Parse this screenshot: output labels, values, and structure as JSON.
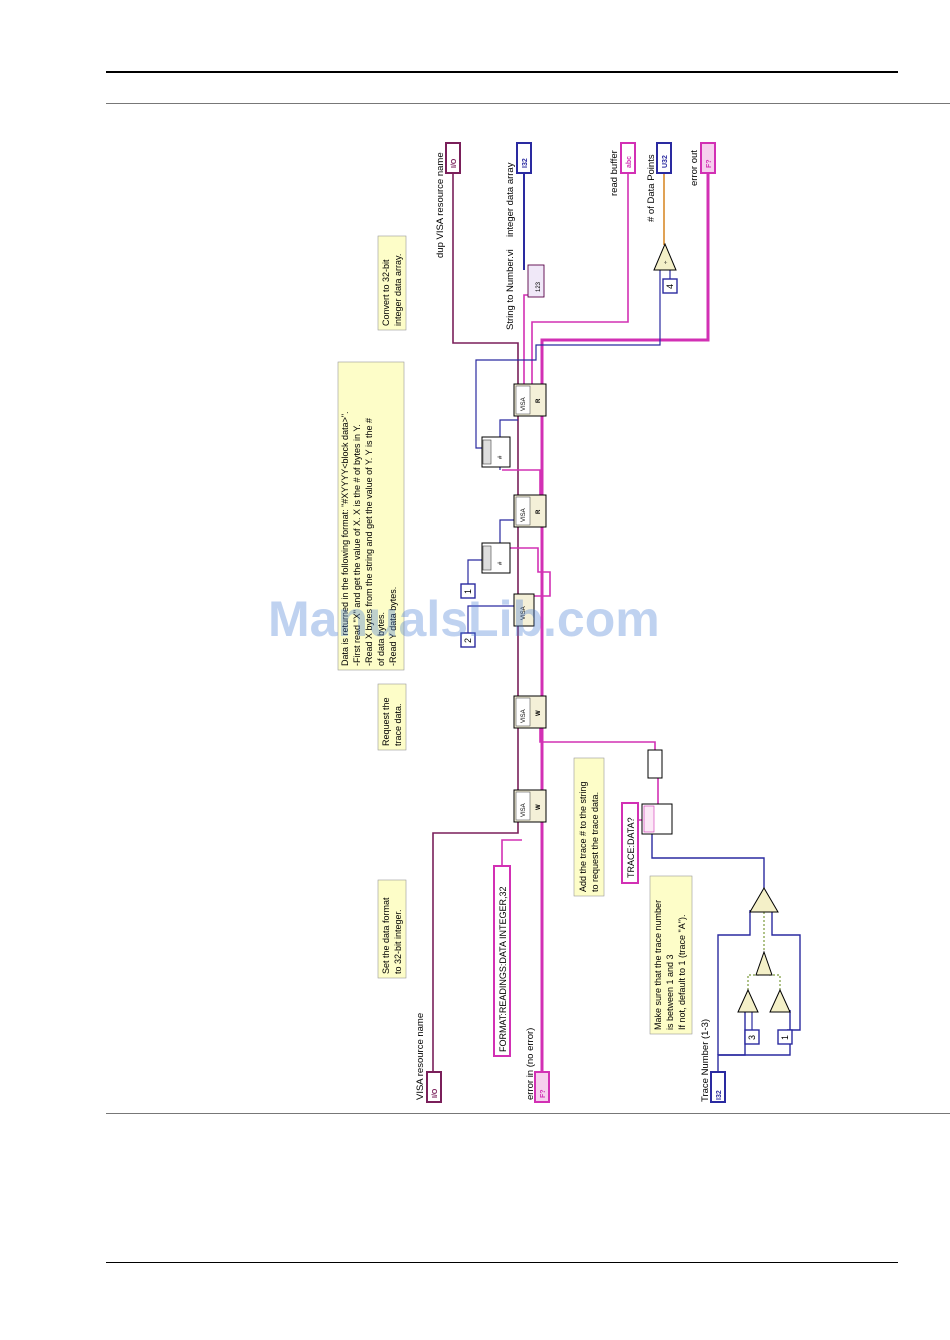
{
  "watermark": "ManualsLib.com",
  "terminals": {
    "visa_in": {
      "label": "VISA resource name",
      "tag": "I/O"
    },
    "error_in": {
      "label": "error in (no error)",
      "tag": "F?"
    },
    "trace_num": {
      "label": "Trace Number (1-3)",
      "tag": "I32"
    },
    "dup_visa": {
      "label": "dup VISA resource name",
      "tag": "I/O"
    },
    "int_array": {
      "label": "integer data array",
      "tag": "I32"
    },
    "read_buffer": {
      "label": "read buffer",
      "tag": "abc"
    },
    "num_points": {
      "label": "# of Data Points",
      "tag": "U32"
    },
    "error_out": {
      "label": "error out",
      "tag": "F?"
    }
  },
  "string_constants": {
    "format_cmd": "FORMAT:READINGS:DATA INTEGER,32",
    "trace_cmd": "TRACE:DATA?"
  },
  "numeric_constants": {
    "two": "2",
    "one_a": "1",
    "three": "3",
    "one_b": "1",
    "four": "4"
  },
  "comments": {
    "set_format": [
      "Set the data format",
      "to 32-bit integer."
    ],
    "request": [
      "Request the",
      "trace data."
    ],
    "block": [
      "Data is returned in the following format: \"#XYYYY<block data>\".",
      "-First read \"X\" and get the value of X.  X is the # of bytes in Y.",
      "-Read X bytes from the string and get the value of Y.  Y is the #",
      "of data bytes.",
      "-Read Y data bytes."
    ],
    "convert": [
      "Convert to 32-bit",
      "integer data array."
    ],
    "add_trace": [
      "Add the trace # to the string",
      "to request the trace data."
    ],
    "range": [
      "Make sure that the trace number",
      "is between 1 and 3",
      "If not, default to 1 (trace \"A\")."
    ]
  },
  "subvi": {
    "string_to_number": "String to Number.vi"
  }
}
